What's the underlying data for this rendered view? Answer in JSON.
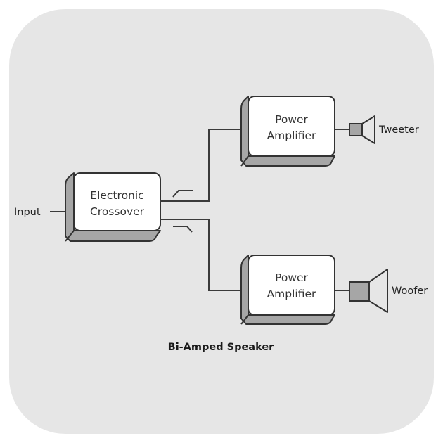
{
  "diagram": {
    "title": "Bi-Amped Speaker",
    "input_label": "Input",
    "colors": {
      "background": "#e6e6e6",
      "box_face": "#ffffff",
      "box_shadow": "#a6a6a6",
      "line": "#333333",
      "driver_fill": "#a6a6a6"
    },
    "crossover": {
      "line1": "Electronic",
      "line2": "Crossover",
      "outputs": [
        {
          "filter": "high-pass",
          "icon": "high-pass-filter-icon"
        },
        {
          "filter": "low-pass",
          "icon": "low-pass-filter-icon"
        }
      ]
    },
    "amplifiers": [
      {
        "line1": "Power",
        "line2": "Amplifier",
        "driver": "Tweeter"
      },
      {
        "line1": "Power",
        "line2": "Amplifier",
        "driver": "Woofer"
      }
    ]
  }
}
